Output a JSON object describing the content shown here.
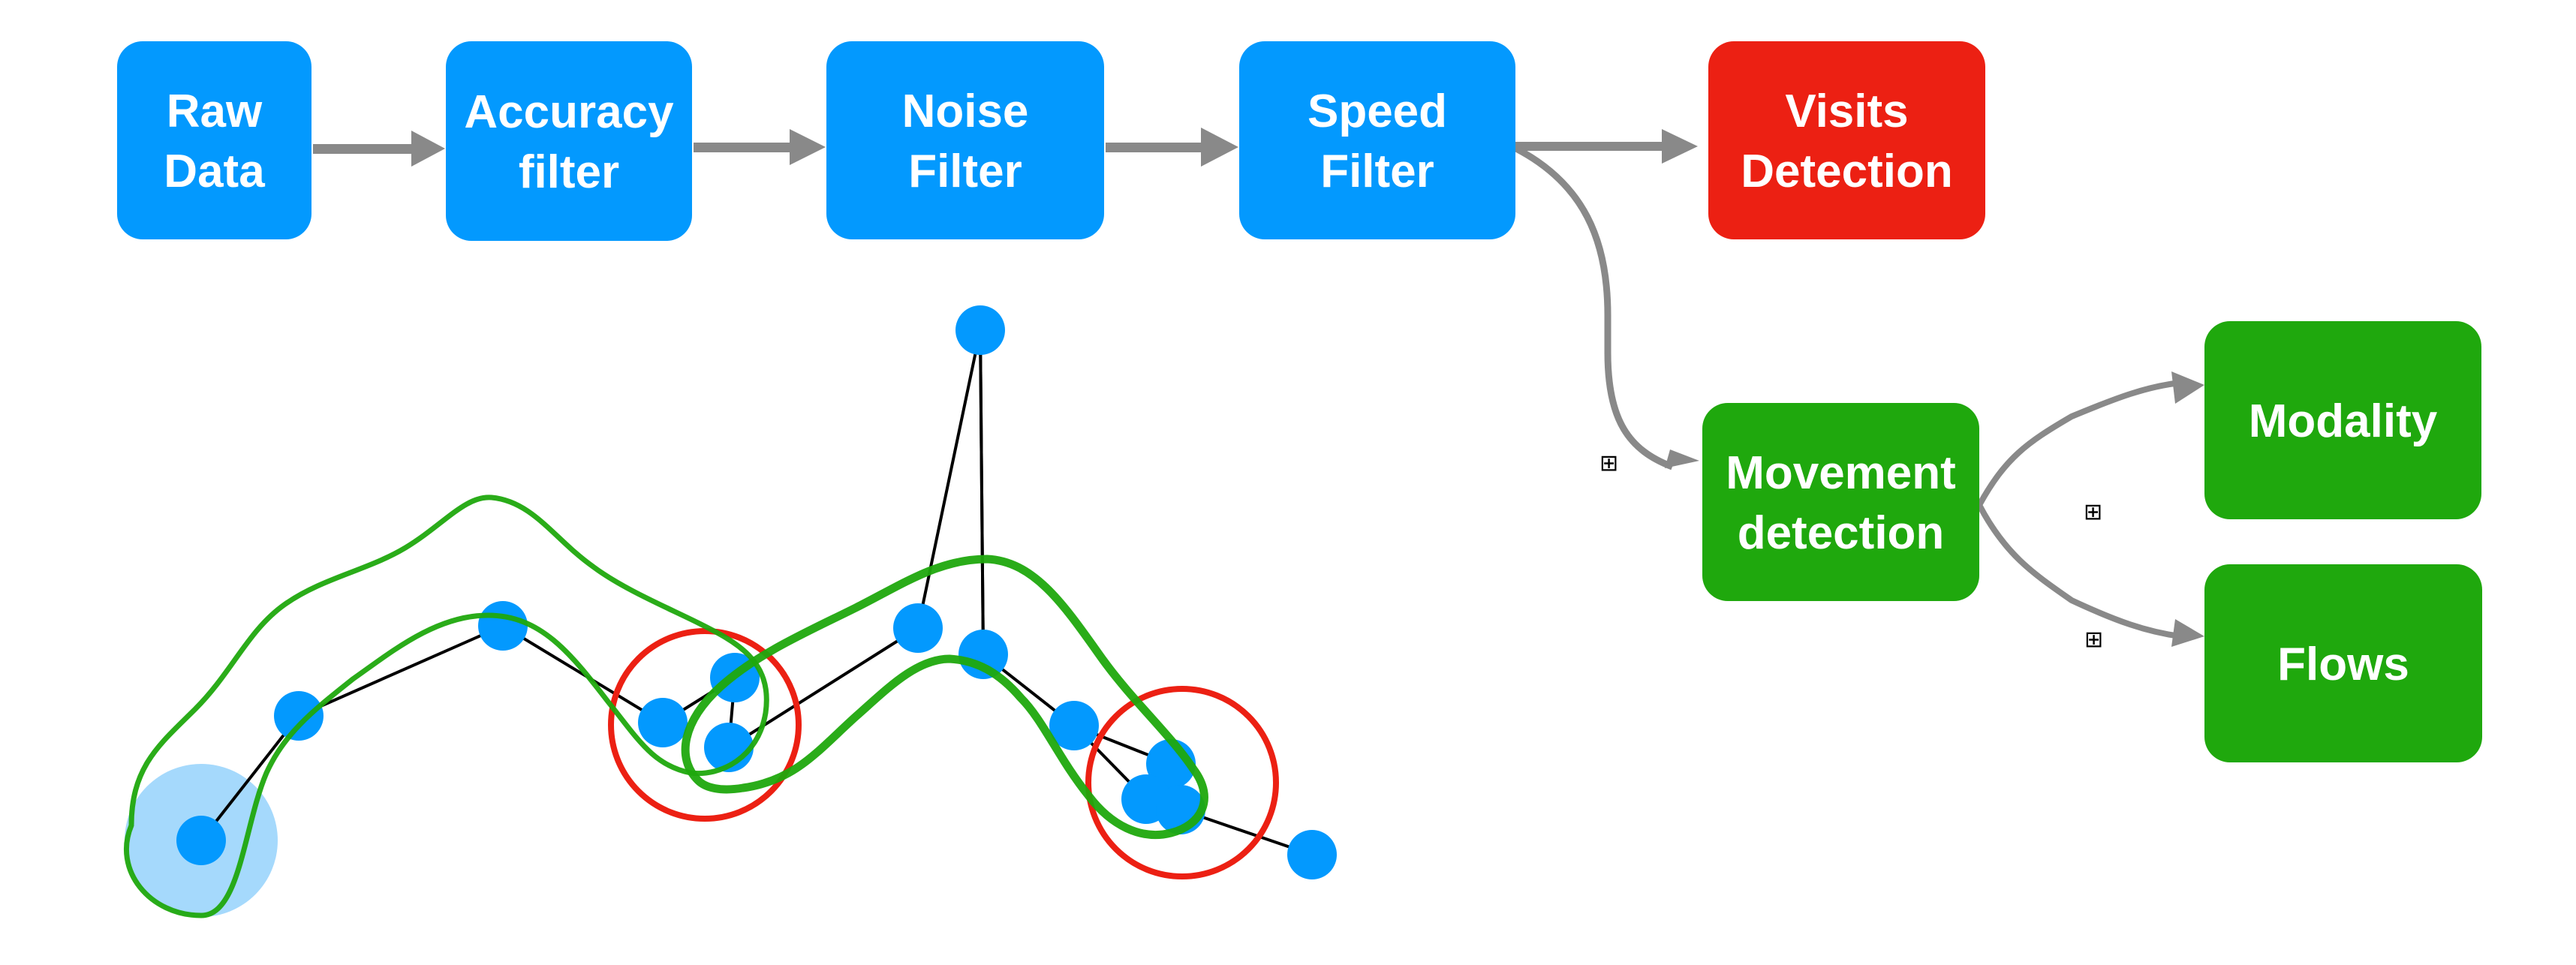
{
  "diagram": {
    "colors": {
      "filter_box": "#0399FE",
      "visits_box": "#EC2013",
      "movement_box": "#1FA80D",
      "arrow": "#898989",
      "point": "#0399FE",
      "point_halo": "#A5D9FC",
      "trajectory_line": "#000000",
      "visit_circle": "#EC2013",
      "movement_contour": "#1FA80D"
    },
    "nodes": [
      {
        "id": "raw_data",
        "lines": [
          "Raw",
          "Data"
        ],
        "kind": "filter"
      },
      {
        "id": "accuracy_filter",
        "lines": [
          "Accuracy",
          "filter"
        ],
        "kind": "filter"
      },
      {
        "id": "noise_filter",
        "lines": [
          "Noise",
          "Filter"
        ],
        "kind": "filter"
      },
      {
        "id": "speed_filter",
        "lines": [
          "Speed",
          "Filter"
        ],
        "kind": "filter"
      },
      {
        "id": "visits_detection",
        "lines": [
          "Visits",
          "Detection"
        ],
        "kind": "visits"
      },
      {
        "id": "movement_detection",
        "lines": [
          "Movement",
          "detection"
        ],
        "kind": "movement"
      },
      {
        "id": "modality",
        "lines": [
          "Modality"
        ],
        "kind": "movement"
      },
      {
        "id": "flows",
        "lines": [
          "Flows"
        ],
        "kind": "movement"
      }
    ],
    "edges": [
      {
        "from": "raw_data",
        "to": "accuracy_filter"
      },
      {
        "from": "accuracy_filter",
        "to": "noise_filter"
      },
      {
        "from": "noise_filter",
        "to": "speed_filter"
      },
      {
        "from": "speed_filter",
        "to": "visits_detection"
      },
      {
        "from": "speed_filter",
        "to": "movement_detection",
        "expand_icon": true
      },
      {
        "from": "movement_detection",
        "to": "modality",
        "expand_icon": true
      },
      {
        "from": "movement_detection",
        "to": "flows",
        "expand_icon": true
      }
    ],
    "expand_icon_glyph": "⊞",
    "trajectory": {
      "point_count": 14,
      "visit_clusters": 2,
      "movement_segments": 2,
      "outlier_points": 1
    }
  }
}
